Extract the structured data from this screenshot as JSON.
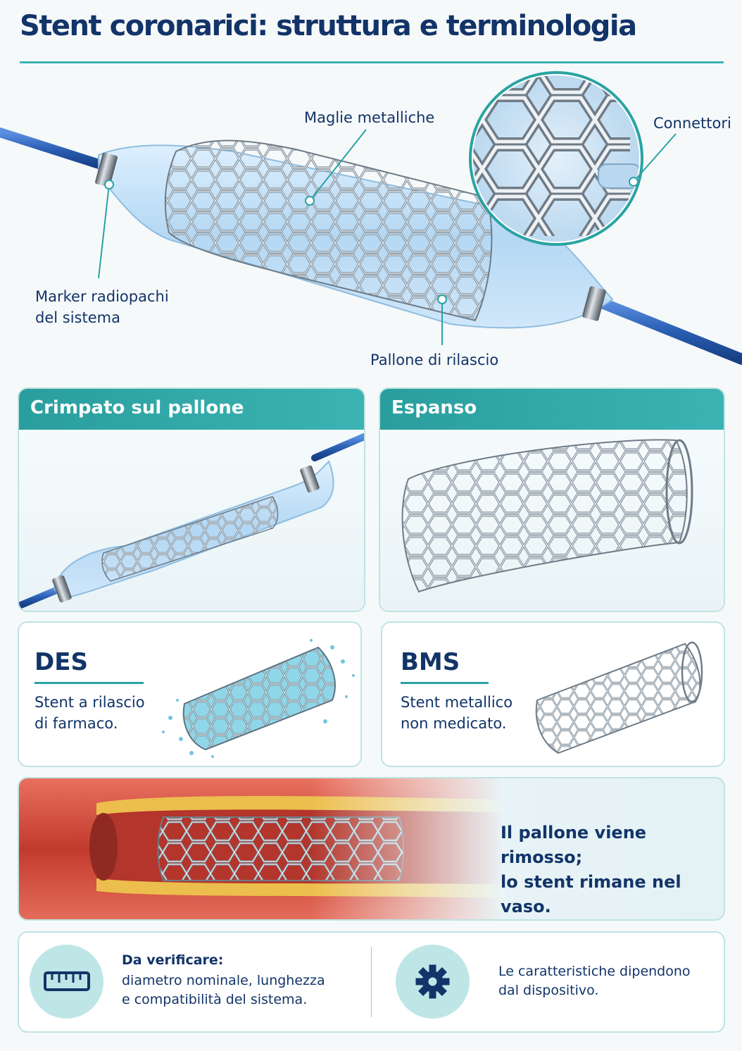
{
  "title": "Stent coronarici: struttura e terminologia",
  "hero": {
    "label_mesh": "Maglie metalliche",
    "label_connectors": "Connettori",
    "label_markers_line1": "Marker radiopachi",
    "label_markers_line2": "del sistema",
    "label_balloon": "Pallone di rilascio"
  },
  "states": {
    "crimped": "Crimpato sul pallone",
    "expanded": "Espanso"
  },
  "types": {
    "des": {
      "name": "DES",
      "desc_line1": "Stent a rilascio",
      "desc_line2": "di farmaco."
    },
    "bms": {
      "name": "BMS",
      "desc_line1": "Stent metallico",
      "desc_line2": "non medicato."
    }
  },
  "vessel": {
    "line1": "Il pallone viene rimosso;",
    "line2": "lo stent rimane nel vaso."
  },
  "footer": {
    "check_title": "Da verificare:",
    "check_line1": "diametro nominale, lunghezza",
    "check_line2": "e compatibilità del sistema.",
    "note_line1": "Le caratteristiche dipendono",
    "note_line2": "dal dispositivo.",
    "icon_left": "ruler-icon",
    "icon_right": "gear-icon"
  },
  "colors": {
    "navy": "#123468",
    "teal": "#2aa3a3",
    "catheter_blue": "#2a5fb5",
    "vessel_red": "#d84c3c"
  }
}
